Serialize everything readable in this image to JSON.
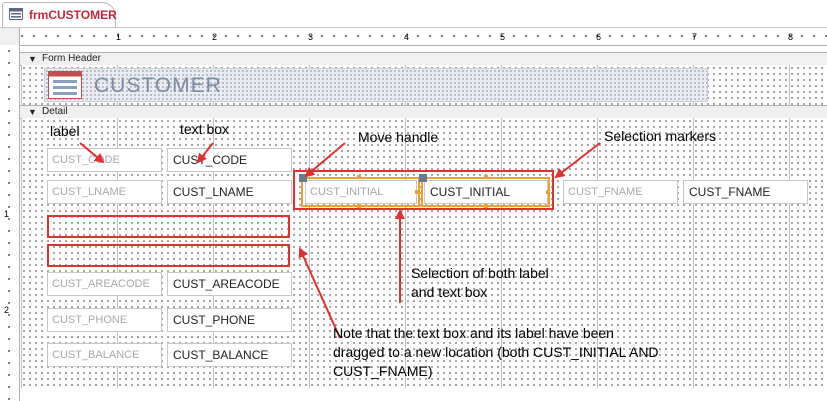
{
  "window": {
    "tab_title": "frmCUSTOMER"
  },
  "ruler": {
    "top_marks": [
      "1",
      "2",
      "3",
      "4",
      "5",
      "6",
      "7",
      "8"
    ],
    "side_marks": [
      "1",
      "2"
    ]
  },
  "sections": {
    "form_header": "Form Header",
    "detail": "Detail"
  },
  "header": {
    "title": "CUSTOMER"
  },
  "fields": {
    "code": {
      "label": "CUST_CODE",
      "textbox": "CUST_CODE"
    },
    "lname": {
      "label": "CUST_LNAME",
      "textbox": "CUST_LNAME"
    },
    "initial": {
      "label": "CUST_INITIAL",
      "textbox": "CUST_INITIAL"
    },
    "fname": {
      "label": "CUST_FNAME",
      "textbox": "CUST_FNAME"
    },
    "areacode": {
      "label": "CUST_AREACODE",
      "textbox": "CUST_AREACODE"
    },
    "phone": {
      "label": "CUST_PHONE",
      "textbox": "CUST_PHONE"
    },
    "balance": {
      "label": "CUST_BALANCE",
      "textbox": "CUST_BALANCE"
    }
  },
  "annotations": {
    "label": "label",
    "text_box": "text box",
    "move_handle": "Move handle",
    "selection_markers": "Selection markers",
    "selection_both_line1": "Selection of both label",
    "selection_both_line2": "and text box",
    "note_line1": "Note that the text box and its label have been",
    "note_line2": "dragged to a new location (both CUST_INITIAL AND",
    "note_line3": "CUST_FNAME)"
  },
  "colors": {
    "annotation_red": "#e03030",
    "selection_orange": "#f0a030",
    "tab_text": "#c0283a",
    "header_title": "#7c8ba3"
  }
}
